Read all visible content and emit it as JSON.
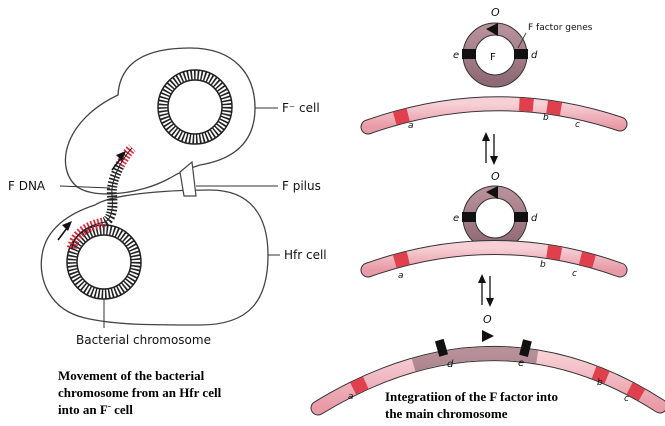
{
  "left_panel": {
    "labels": {
      "f_minus_cell": "F⁻ cell",
      "f_dna": "F DNA",
      "f_pilus": "F pilus",
      "hfr_cell": "Hfr cell",
      "bacterial_chromosome": "Bacterial chromosome"
    },
    "caption": {
      "line1": "Movement of the bacterial",
      "line2": "chromosome from an Hfr cell",
      "line3_a": "into an F",
      "line3_sup": "-",
      "line3_b": " cell"
    }
  },
  "right_panel": {
    "top": {
      "origin": "O",
      "f_label": "F",
      "f_factor_genes": "F factor genes",
      "left_gene": "e",
      "right_gene": "d",
      "gene_a": "a",
      "gene_b": "b",
      "gene_c": "c"
    },
    "middle": {
      "origin": "O",
      "left_gene": "e",
      "right_gene": "d",
      "gene_a": "a",
      "gene_b": "b",
      "gene_c": "c"
    },
    "bottom": {
      "origin": "O",
      "gene_d": "d",
      "gene_e": "e",
      "gene_a": "a",
      "gene_b": "b",
      "gene_c": "c"
    },
    "caption": {
      "line1": "Integratiion of the F factor into",
      "line2": "the main chromosome"
    }
  },
  "colors": {
    "chromosome": "#f2b4bd",
    "gene_band": "#e0404e",
    "f_factor": "#a9808b",
    "dna_red": "#d8283a",
    "outline": "#333333"
  }
}
